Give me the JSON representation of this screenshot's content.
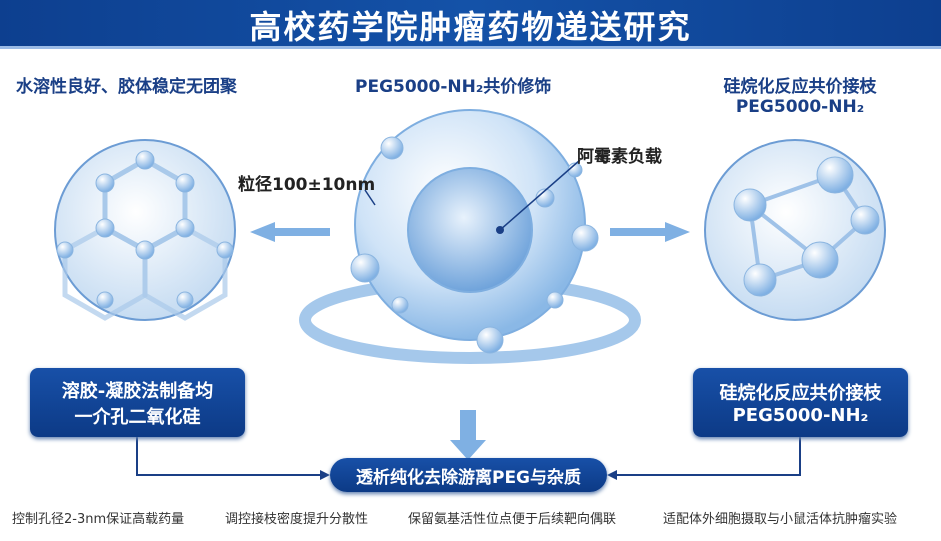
{
  "header": {
    "title": "高校药学院肿瘤药物递送研究"
  },
  "labels": {
    "top_left": "水溶性良好、胶体稳定无团聚",
    "top_center": "PEG5000-NH₂共价修饰",
    "top_right_1": "硅烷化反应共价接枝",
    "top_right_2": "PEG5000-NH₂",
    "size": "粒径100±10nm",
    "payload": "阿霉素负载"
  },
  "boxes": {
    "left": [
      "溶胶-凝胶法制备均",
      "一介孔二氧化硅"
    ],
    "right": [
      "硅烷化反应共价接枝",
      "PEG5000-NH₂"
    ],
    "center": "透析纯化去除游离PEG与杂质"
  },
  "footer": [
    "控制孔径2-3nm保证高载药量",
    "调控接枝密度提升分散性",
    "保留氨基活性位点便于后续靶向偶联",
    "适配体外细胞摄取与小鼠活体抗肿瘤实验"
  ],
  "colors": {
    "header": "#1452a8",
    "accent": "#1a3f86",
    "sphere": "#a9cdf0"
  }
}
